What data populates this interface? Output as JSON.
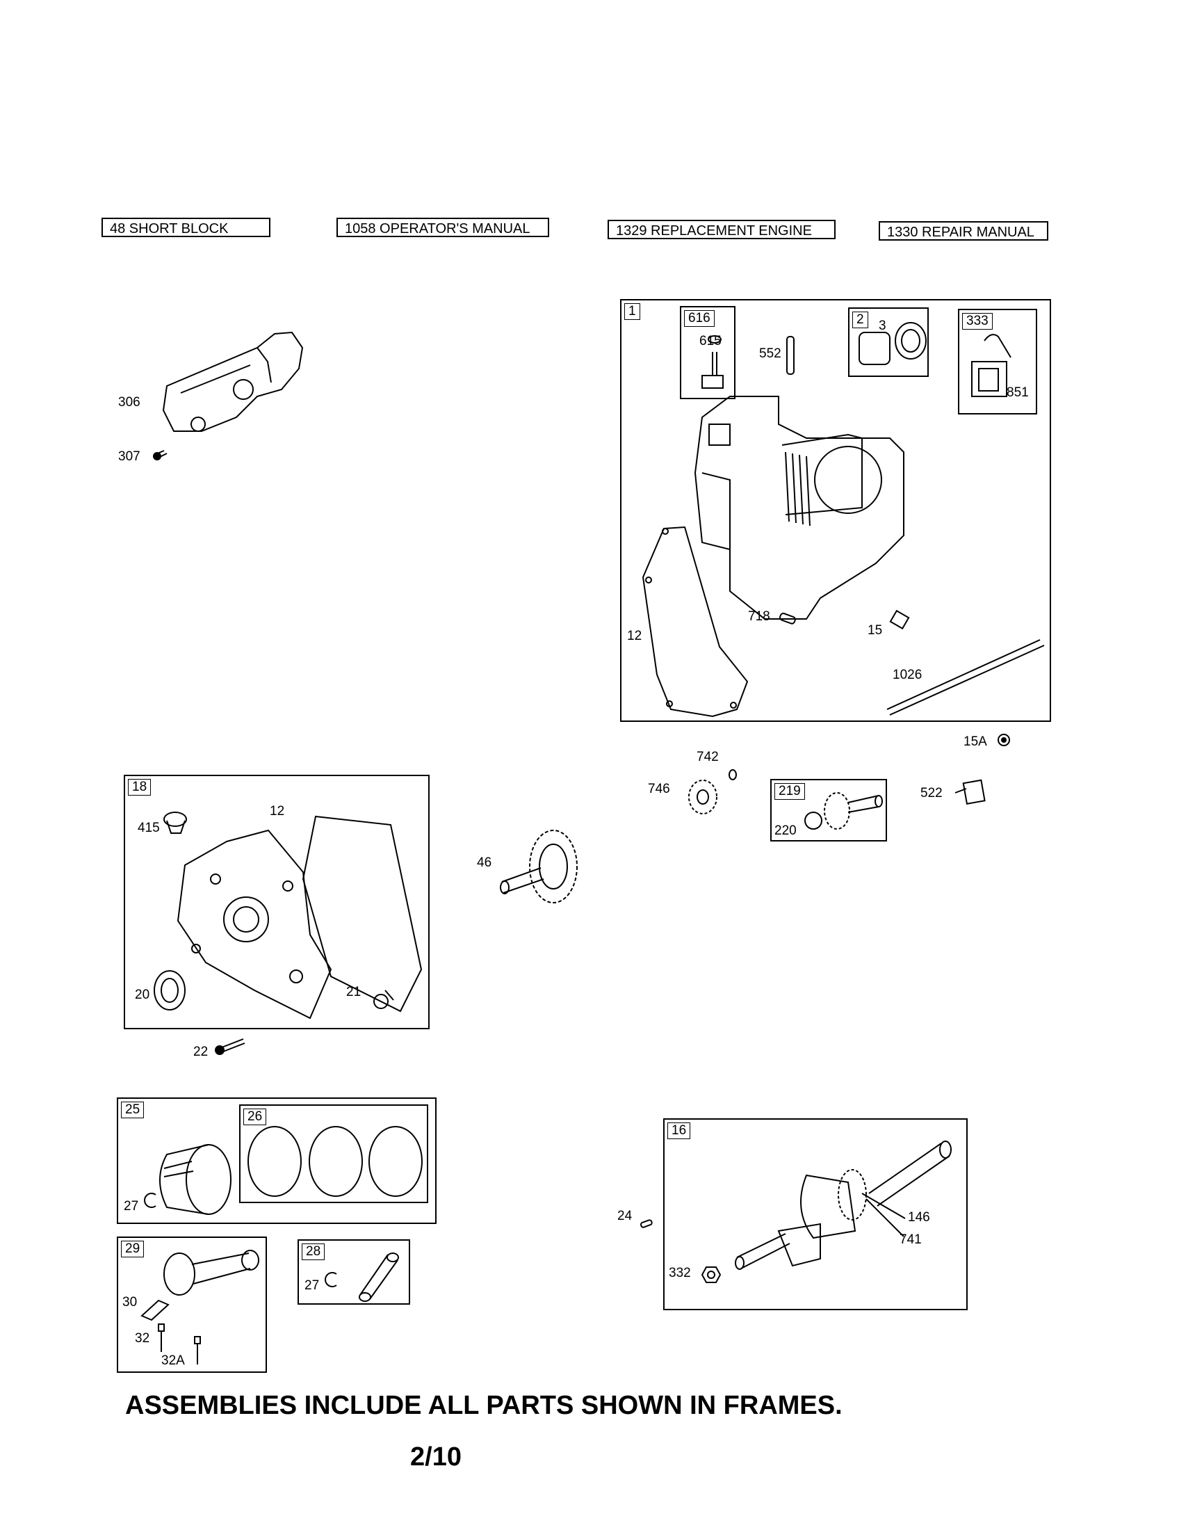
{
  "reference_boxes": [
    "48 SHORT BLOCK",
    "1058 OPERATOR'S MANUAL",
    "1329 REPLACEMENT ENGINE",
    "1330 REPAIR MANUAL"
  ],
  "callouts": {
    "p306": "306",
    "p307": "307",
    "p12a": "12",
    "p718": "718",
    "p15": "15",
    "p1026": "1026",
    "p552": "552",
    "p615": "615",
    "p3": "3",
    "p851": "851",
    "p15A": "15A",
    "p742": "742",
    "p746": "746",
    "p220": "220",
    "p522": "522",
    "p415": "415",
    "p12b": "12",
    "p20": "20",
    "p21": "21",
    "p22": "22",
    "p46": "46",
    "p27a": "27",
    "p27b": "27",
    "p30": "30",
    "p32": "32",
    "p32A": "32A",
    "p24": "24",
    "p146": "146",
    "p741": "741",
    "p332": "332"
  },
  "frames": {
    "f1": "1",
    "f616": "616",
    "f2": "2",
    "f333": "333",
    "f219": "219",
    "f18": "18",
    "f25": "25",
    "f26": "26",
    "f29": "29",
    "f28": "28",
    "f16": "16"
  },
  "footer_note": "ASSEMBLIES INCLUDE ALL PARTS SHOWN IN FRAMES.",
  "page_number": "2/10"
}
